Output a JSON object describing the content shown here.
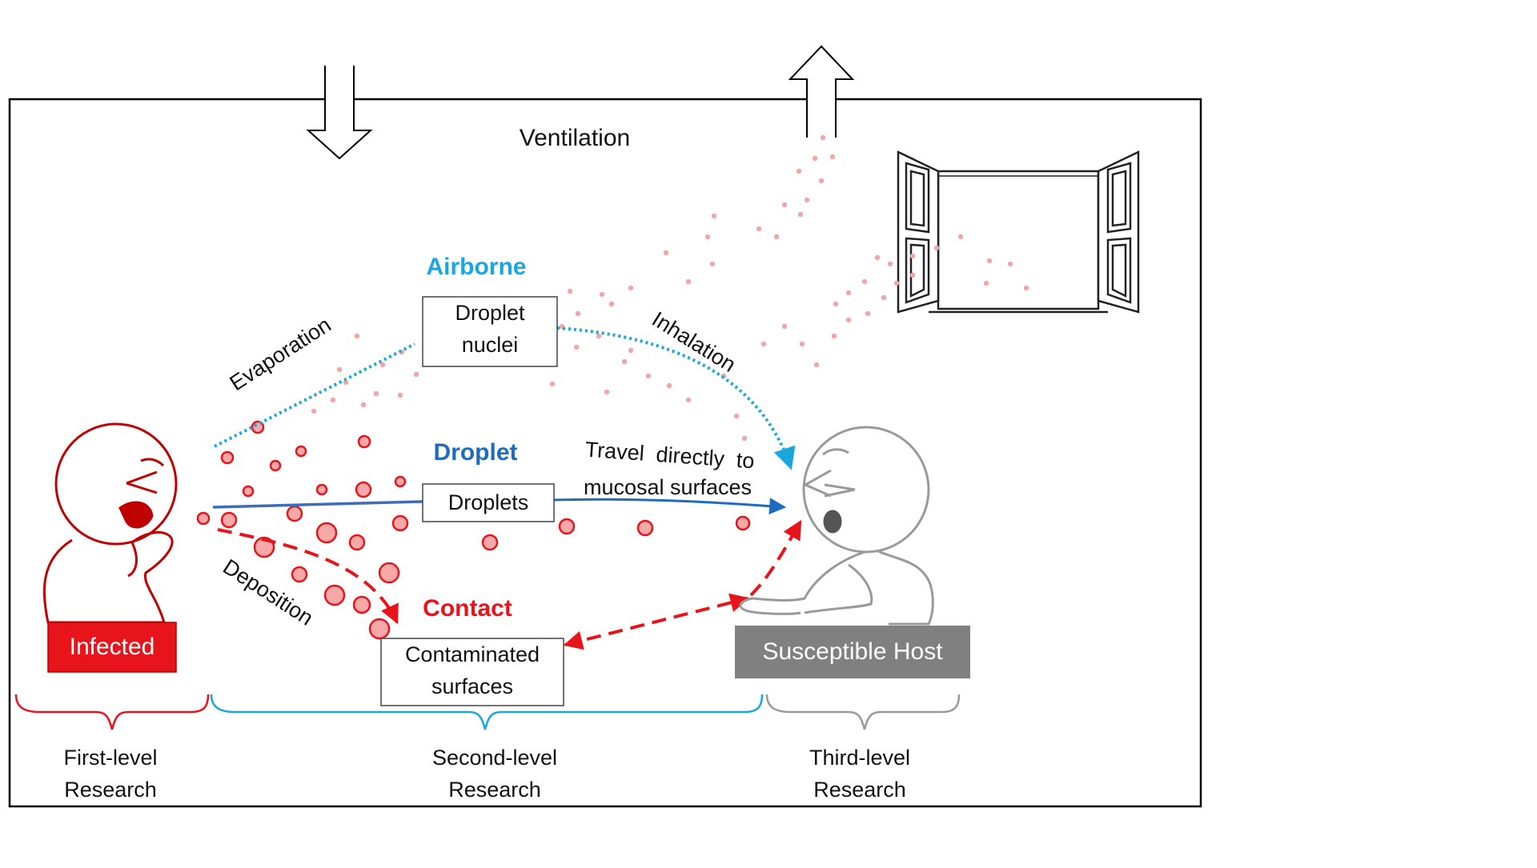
{
  "title": "Ventilation",
  "modes": {
    "airborne": "Airborne",
    "droplet": "Droplet",
    "contact": "Contact"
  },
  "boxes": {
    "droplet_nuclei": [
      "Droplet",
      "nuclei"
    ],
    "droplets": "Droplets",
    "contaminated_surfaces": [
      "Contaminated",
      "surfaces"
    ]
  },
  "processes": {
    "evaporation": "Evaporation",
    "inhalation": "Inhalation",
    "deposition": "Deposition",
    "travel": [
      "Travel  directly  to",
      "mucosal surfaces"
    ]
  },
  "people": {
    "infected": "Infected",
    "host": "Susceptible Host"
  },
  "levels": {
    "first": [
      "First-level",
      "Research"
    ],
    "second": [
      "Second-level",
      "Research"
    ],
    "third": [
      "Third-level",
      "Research"
    ]
  },
  "colors": {
    "airborne": "#1aa6df",
    "droplet": "#1e6bbf",
    "contact": "#e8141c",
    "infected_fill": "#e8141c",
    "host_fill": "#808080",
    "particle": "#f4a6a6",
    "outline_red": "#c00000",
    "outline_gray": "#9a9a9a"
  }
}
